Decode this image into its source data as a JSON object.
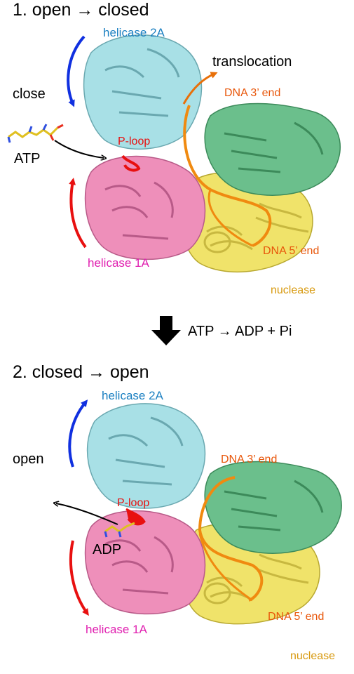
{
  "panel1": {
    "title": "1. open → closed",
    "helicase_2a": "helicase 2A",
    "helicase_1a": "helicase 1A",
    "motion": "close",
    "nucleotide": "ATP",
    "p_loop": "P-loop",
    "translocation": "translocation",
    "dna_3": "DNA 3’ end",
    "dna_5": "DNA 5’ end",
    "nuclease": "nuclease"
  },
  "reaction": "ATP → ADP + Pi",
  "panel2": {
    "title": "2. closed → open",
    "helicase_2a": "helicase 2A",
    "helicase_1a": "helicase 1A",
    "motion": "open",
    "nucleotide": "ADP",
    "p_loop": "P-loop",
    "dna_3": "DNA 3’ end",
    "dna_5": "DNA 5’ end",
    "nuclease": "nuclease"
  },
  "colors": {
    "helicase_2a": "#a8e0e6",
    "helicase_1a": "#ee8fba",
    "nuclease": "#f0e36a",
    "dna_domain": "#6bbf8c",
    "dna": "#f08a10",
    "p_loop": "#e81010",
    "arrow_blue": "#1030e0",
    "arrow_red": "#e81010"
  },
  "icons": [
    "curved-arrow-blue",
    "curved-arrow-red",
    "bold-down-arrow",
    "small-black-arrow"
  ]
}
